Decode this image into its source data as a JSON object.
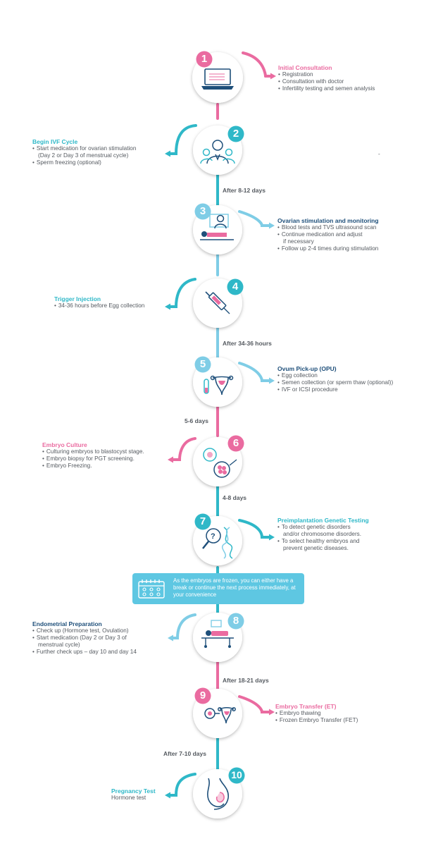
{
  "colors": {
    "pink": "#ea6ba0",
    "teal": "#2fb8c8",
    "light_blue": "#7fcde6",
    "navy": "#1e4f7a",
    "text": "#555a60",
    "note_bg": "#5ec7e2"
  },
  "steps": [
    {
      "number": "1",
      "title": "Initial Consultation",
      "title_color": "pink",
      "icon": "laptop-icon",
      "items": [
        "Registration",
        "Consultation with doctor",
        "Infertility testing and semen analysis"
      ]
    },
    {
      "number": "2",
      "title": "Begin IVF Cycle",
      "title_color": "teal",
      "icon": "doctor-icon",
      "items": [
        "Start medication for ovarian stimulation",
        "(Day 2 or Day 3 of menstrual cycle)",
        "Sperm freezing (optional)"
      ]
    },
    {
      "number": "3",
      "title": "Ovarian stimulation and monitoring",
      "title_color": "navy",
      "icon": "ultrasound-icon",
      "items": [
        "Blood tests and TVS ultrasound scan",
        "Continue medication and adjust",
        "if necessary",
        "Follow up 2-4 times during stimulation"
      ]
    },
    {
      "number": "4",
      "title": "Trigger Injection",
      "title_color": "teal",
      "icon": "syringe-icon",
      "items": [
        "34-36 hours before Egg collection"
      ]
    },
    {
      "number": "5",
      "title": "Ovum Pick-up (OPU)",
      "title_color": "navy",
      "icon": "uterus-lab-icon",
      "items": [
        "Egg collection",
        "Semen collection (or sperm thaw (optional))",
        "IVF or ICSI procedure"
      ]
    },
    {
      "number": "6",
      "title": "Embryo Culture",
      "title_color": "pink",
      "icon": "embryo-icon",
      "items": [
        "Culturing embryos to blastocyst stage.",
        "Embryo biopsy for PGT screening.",
        "Embryo Freezing."
      ]
    },
    {
      "number": "7",
      "title": "Preimplantation Genetic Testing",
      "title_color": "teal",
      "icon": "dna-magnifier-icon",
      "items": [
        "To detect genetic disorders",
        "and/or chromosome disorders.",
        "To select healthy embryos and",
        "prevent genetic diseases."
      ]
    },
    {
      "number": "8",
      "title": "Endometrial Preparation",
      "title_color": "navy",
      "icon": "patient-bed-icon",
      "items": [
        "Check up (Hormone test, Ovulation)",
        "Start medication (Day 2 or Day 3 of",
        "menstrual cycle)",
        "Further check ups – day 10 and day 14"
      ]
    },
    {
      "number": "9",
      "title": "Embryo Transfer (ET)",
      "title_color": "pink",
      "icon": "embryo-transfer-icon",
      "items": [
        "Embryo thawing",
        "Frozen Embryo Transfer (FET)"
      ]
    },
    {
      "number": "10",
      "title": "Pregnancy Test",
      "title_color": "teal",
      "icon": "pregnancy-icon",
      "items": [
        "Hormone test"
      ]
    }
  ],
  "timings": [
    "After 8-12 days",
    "After 34-36 hours",
    "5-6 days",
    "4-8 days",
    "After 18-21 days",
    "After 7-10 days"
  ],
  "note": {
    "icon": "calendar-icon",
    "text": "As the embryos are frozen, you can either have a break or continue the next process immediately, at your convenience"
  },
  "stray_mark": "-"
}
